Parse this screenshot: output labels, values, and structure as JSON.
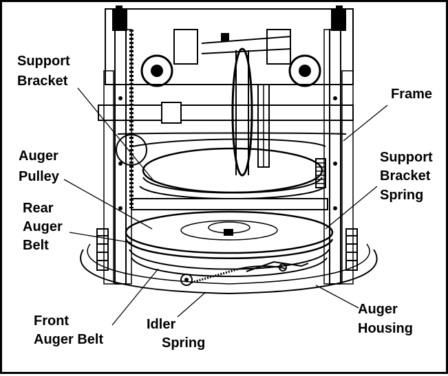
{
  "labels": {
    "support_bracket": [
      "Support",
      "Bracket"
    ],
    "frame": "Frame",
    "auger_pulley": [
      "Auger",
      "Pulley"
    ],
    "support_bracket_spring": [
      "Support",
      "Bracket",
      "Spring"
    ],
    "rear_auger_belt": [
      "Rear",
      "Auger",
      "Belt"
    ],
    "front_auger_belt": [
      "Front",
      "Auger Belt"
    ],
    "idler_spring": [
      "Idler",
      "Spring"
    ],
    "auger_housing": [
      "Auger",
      "Housing"
    ]
  }
}
